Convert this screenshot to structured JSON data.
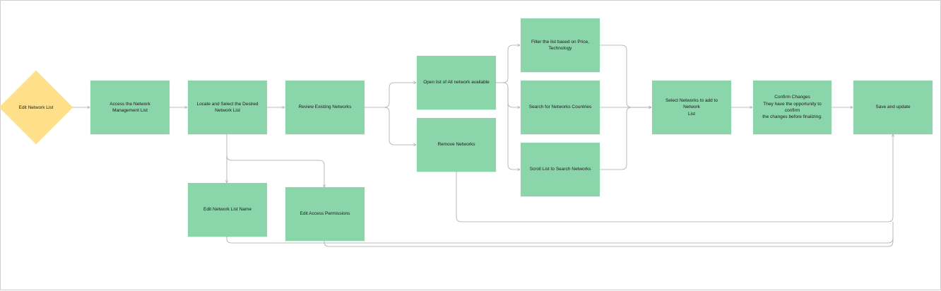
{
  "start": {
    "label": "Edit Network List"
  },
  "nodes": {
    "access": "Access the Network Management List",
    "locate": "Locate and Select the Desired\nNetwork List",
    "review": "Review Existing Networks",
    "open_list": "Open list of All network available",
    "remove": "Remove Networks",
    "filter": "Filter the list based on Price,\nTechnology",
    "search": "Search for Networks Countries",
    "scroll": "Scroll List to Search Networks",
    "select": "Select Networks to add to Network\nList",
    "confirm": "Confirm Changes\nThey have the opportunity to confirm\nthe changes before finalizing.",
    "save": "Save and update",
    "edit_name": "Edit Network List Name",
    "edit_permissions": "Edit Access Permissions"
  },
  "colors": {
    "process": "#8bd5aa",
    "decision": "#ffe08a",
    "connector": "#a8a8a8"
  }
}
